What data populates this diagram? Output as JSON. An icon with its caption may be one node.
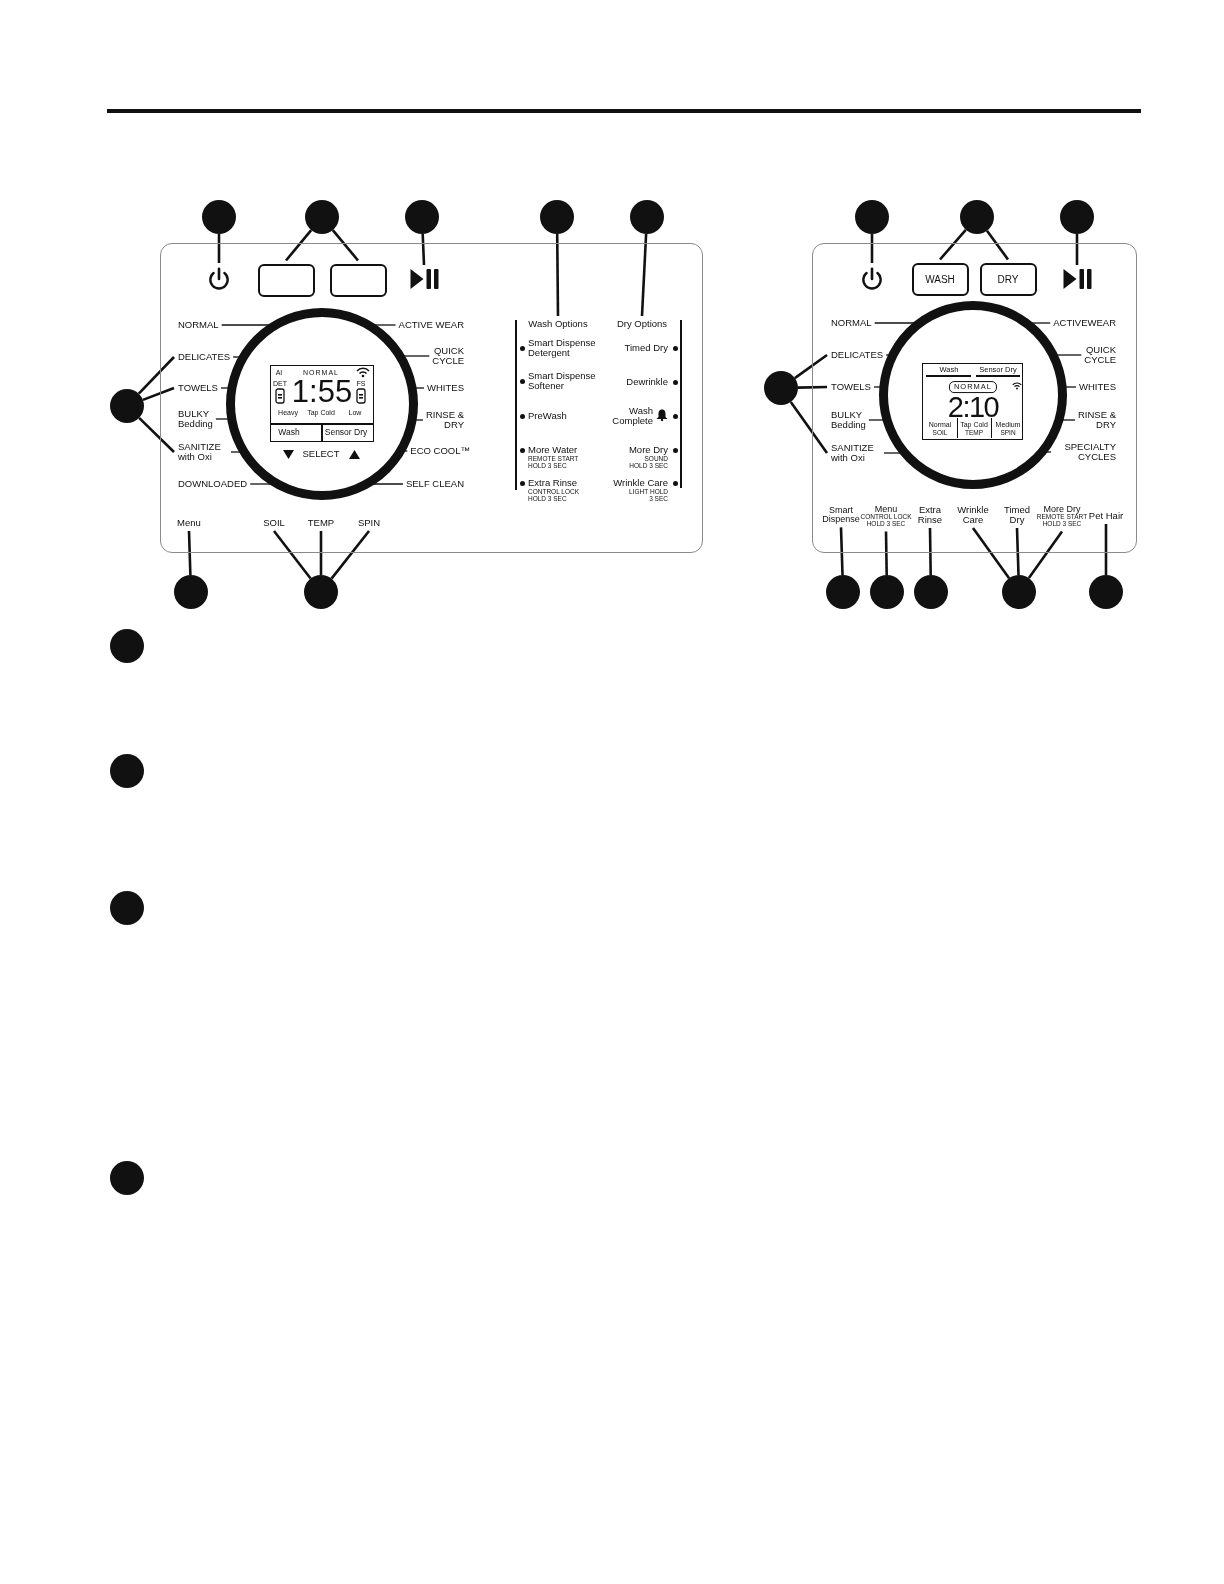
{
  "diagram": {
    "nodes": [
      {
        "text": [],
        "shape": "circle"
      },
      {
        "text": [],
        "shape": "circle"
      },
      {
        "text": [],
        "shape": "circle"
      },
      {
        "text": [],
        "shape": "circle"
      },
      {
        "text": [],
        "shape": "circle"
      },
      {
        "text": [],
        "shape": "circle"
      },
      {
        "text": [],
        "shape": "circle"
      },
      {
        "text": [],
        "shape": "circle"
      },
      {
        "text": [],
        "shape": "circle"
      },
      {
        "text": [],
        "shape": "circle"
      },
      {
        "text": [],
        "shape": "circle"
      },
      {
        "text": [],
        "shape": "circle"
      },
      {
        "text": [],
        "shape": "circle"
      },
      {
        "text": [],
        "shape": "circle"
      },
      {
        "text": [],
        "shape": "circle"
      },
      {
        "text": [],
        "shape": "circle"
      },
      {
        "text": [],
        "shape": "circle"
      },
      {
        "text": [],
        "shape": "circle"
      },
      {
        "text": [],
        "shape": "circle"
      },
      {
        "text": [],
        "shape": "circle"
      },
      {
        "text": [],
        "shape": "circle"
      },
      {
        "text": [
          "Wash Options"
        ]
      },
      {
        "text": [
          "Dry Options"
        ]
      },
      {
        "text": [
          "Menu"
        ]
      },
      {
        "text": [
          "SOIL"
        ]
      },
      {
        "text": [
          "TEMP"
        ]
      },
      {
        "text": [
          "SPIN"
        ]
      },
      {
        "text": [
          "WASH"
        ]
      },
      {
        "text": [
          "DRY"
        ]
      },
      {
        "text": [
          "Smart Dispense"
        ]
      },
      {
        "text": [
          "Menu",
          "CONTROL LOCK HOLD 3 SEC"
        ]
      },
      {
        "text": [
          "Extra Rinse"
        ]
      },
      {
        "text": [
          "Wrinkle Care"
        ]
      },
      {
        "text": [
          "Timed Dry"
        ]
      },
      {
        "text": [
          "More Dry",
          "REMOTE START HOLD 3 SEC"
        ]
      },
      {
        "text": [
          "Pet Hair"
        ]
      },
      {
        "text": [],
        "shape": "box"
      },
      {
        "text": [],
        "shape": "box"
      },
      {
        "text": [],
        "shape": "circle"
      },
      {
        "text": [],
        "shape": "circle"
      },
      {
        "text": [
          "NORMAL"
        ]
      },
      {
        "text": [
          "DELICATES"
        ]
      },
      {
        "text": [
          "TOWELS"
        ]
      },
      {
        "text": [
          "BULKY Bedding"
        ]
      },
      {
        "text": [
          "SANITIZE with Oxi"
        ]
      },
      {
        "text": [
          "DOWNLOADED"
        ]
      },
      {
        "text": [
          "ACTIVE WEAR"
        ]
      },
      {
        "text": [
          "QUICK CYCLE"
        ]
      },
      {
        "text": [
          "WHITES"
        ]
      },
      {
        "text": [
          "RINSE & DRY"
        ]
      },
      {
        "text": [
          "ECO COOL™"
        ]
      },
      {
        "text": [
          "SELF CLEAN"
        ]
      },
      {
        "text": [
          "NORMAL"
        ]
      },
      {
        "text": [
          "DELICATES"
        ]
      },
      {
        "text": [
          "TOWELS"
        ]
      },
      {
        "text": [
          "BULKY Bedding"
        ]
      },
      {
        "text": [
          "SANITIZE with Oxi"
        ]
      },
      {
        "text": [
          "ACTIVEWEAR"
        ]
      },
      {
        "text": [
          "QUICK CYCLE"
        ]
      },
      {
        "text": [
          "WHITES"
        ]
      },
      {
        "text": [
          "RINSE & DRY"
        ]
      },
      {
        "text": [
          "SPECIALTY CYCLES"
        ]
      },
      {
        "text": [],
        "shape": "icon"
      },
      {
        "text": [],
        "shape": "icon"
      },
      {
        "text": [],
        "shape": "icon"
      },
      {
        "text": [],
        "shape": "icon"
      }
    ],
    "edges": [
      {
        "from": 0,
        "to": 62,
        "arrow": "none"
      },
      {
        "from": 1,
        "to": 36,
        "arrow": "none"
      },
      {
        "from": 1,
        "to": 37,
        "arrow": "none"
      },
      {
        "from": 2,
        "to": 63,
        "arrow": "none"
      },
      {
        "from": 3,
        "to": 21,
        "arrow": "none"
      },
      {
        "from": 4,
        "to": 22,
        "arrow": "none"
      },
      {
        "from": 5,
        "to": 64,
        "arrow": "none"
      },
      {
        "from": 6,
        "to": 27,
        "arrow": "none"
      },
      {
        "from": 6,
        "to": 28,
        "arrow": "none"
      },
      {
        "from": 7,
        "to": 65,
        "arrow": "none"
      },
      {
        "from": 8,
        "to": 41,
        "arrow": "none"
      },
      {
        "from": 8,
        "to": 42,
        "arrow": "none"
      },
      {
        "from": 8,
        "to": 44,
        "arrow": "none"
      },
      {
        "from": 9,
        "to": 53,
        "arrow": "none"
      },
      {
        "from": 9,
        "to": 54,
        "arrow": "none"
      },
      {
        "from": 9,
        "to": 56,
        "arrow": "none"
      },
      {
        "from": 10,
        "to": 23,
        "arrow": "none"
      },
      {
        "from": 11,
        "to": 24,
        "arrow": "none"
      },
      {
        "from": 11,
        "to": 25,
        "arrow": "none"
      },
      {
        "from": 11,
        "to": 26,
        "arrow": "none"
      },
      {
        "from": 12,
        "to": 29,
        "arrow": "none"
      },
      {
        "from": 13,
        "to": 30,
        "arrow": "none"
      },
      {
        "from": 14,
        "to": 31,
        "arrow": "none"
      },
      {
        "from": 15,
        "to": 32,
        "arrow": "none"
      },
      {
        "from": 15,
        "to": 33,
        "arrow": "none"
      },
      {
        "from": 15,
        "to": 34,
        "arrow": "none"
      },
      {
        "from": 16,
        "to": 35,
        "arrow": "none"
      },
      {
        "from": 40,
        "to": 38,
        "arrow": "none"
      },
      {
        "from": 41,
        "to": 38,
        "arrow": "none"
      },
      {
        "from": 42,
        "to": 38,
        "arrow": "none"
      },
      {
        "from": 43,
        "to": 38,
        "arrow": "none"
      },
      {
        "from": 44,
        "to": 38,
        "arrow": "none"
      },
      {
        "from": 45,
        "to": 38,
        "arrow": "none"
      },
      {
        "from": 46,
        "to": 38,
        "arrow": "none"
      },
      {
        "from": 47,
        "to": 38,
        "arrow": "none"
      },
      {
        "from": 48,
        "to": 38,
        "arrow": "none"
      },
      {
        "from": 49,
        "to": 38,
        "arrow": "none"
      },
      {
        "from": 50,
        "to": 38,
        "arrow": "none"
      },
      {
        "from": 51,
        "to": 38,
        "arrow": "none"
      },
      {
        "from": 52,
        "to": 39,
        "arrow": "none"
      },
      {
        "from": 53,
        "to": 39,
        "arrow": "none"
      },
      {
        "from": 54,
        "to": 39,
        "arrow": "none"
      },
      {
        "from": 55,
        "to": 39,
        "arrow": "none"
      },
      {
        "from": 56,
        "to": 39,
        "arrow": "none"
      },
      {
        "from": 57,
        "to": 39,
        "arrow": "none"
      },
      {
        "from": 58,
        "to": 39,
        "arrow": "none"
      },
      {
        "from": 59,
        "to": 39,
        "arrow": "none"
      },
      {
        "from": 60,
        "to": 39,
        "arrow": "none"
      },
      {
        "from": 61,
        "to": 39,
        "arrow": "none"
      }
    ],
    "labels": [
      "AI",
      "NORMAL",
      "DET",
      "1:55",
      "FS",
      "Heavy",
      "Tap Cold",
      "Low",
      "Wash",
      "Sensor Dry",
      "SELECT",
      "Smart Dispense Detergent",
      "Timed Dry",
      "Smart Dispense Softener",
      "Dewrinkle",
      "PreWash",
      "Wash Complete",
      "More Water",
      "More Dry",
      "REMOTE START HOLD 3 SEC",
      "SOUND HOLD 3 SEC",
      "Extra Rinse",
      "Wrinkle Care",
      "CONTROL LOCK HOLD 3 SEC",
      "LIGHT HOLD 3 SEC",
      "Wash",
      "Sensor Dry",
      "NORMAL",
      "2:10",
      "Normal",
      "Tap Cold",
      "Medium",
      "SOIL",
      "TEMP",
      "SPIN"
    ]
  }
}
